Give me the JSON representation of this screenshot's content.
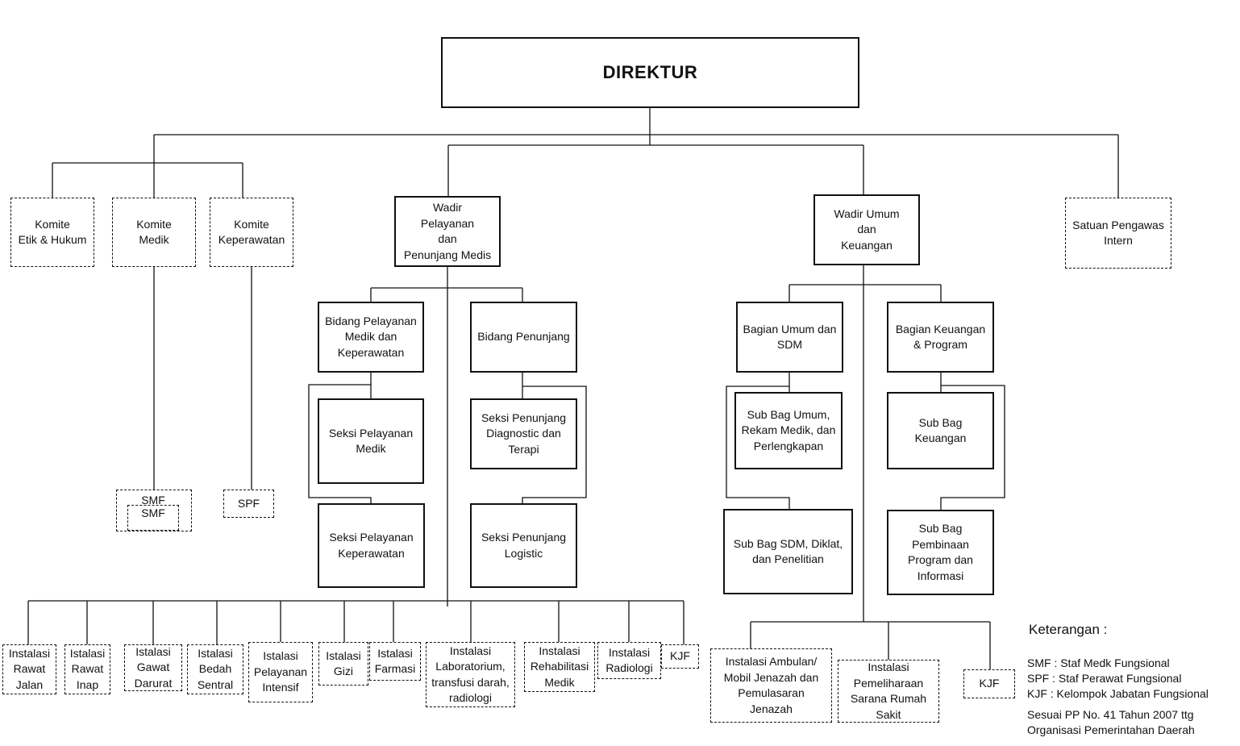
{
  "director": {
    "label": "DIREKTUR"
  },
  "committees": [
    {
      "label": "Komite\nEtik & Hukum"
    },
    {
      "label": "Komite\nMedik"
    },
    {
      "label": "Komite\nKeperawatan"
    }
  ],
  "functional_groups": {
    "smf_top": "SMF",
    "smf": "SMF",
    "spf": "SPF"
  },
  "wadir_pelayanan": {
    "label": "Wadir\nPelayanan\ndan\nPenunjang Medis",
    "bidang_pelayanan": "Bidang Pelayanan\nMedik dan\nKeperawatan",
    "bidang_penunjang": "Bidang Penunjang",
    "seksi_pelayanan_medik": "Seksi Pelayanan\nMedik",
    "seksi_pelayanan_keperawatan": "Seksi Pelayanan\nKeperawatan",
    "seksi_penunjang_diagnostic": "Seksi Penunjang\nDiagnostic dan\nTerapi",
    "seksi_penunjang_logistic": "Seksi Penunjang\nLogistic"
  },
  "installations_left": [
    {
      "label": "Instalasi\nRawat\nJalan"
    },
    {
      "label": "Istalasi\nRawat\nInap"
    },
    {
      "label": "Istalasi\nGawat\nDarurat"
    },
    {
      "label": "Istalasi\nBedah\nSentral"
    },
    {
      "label": "Istalasi\nPelayanan\nIntensif"
    },
    {
      "label": "Istalasi\nGizi"
    },
    {
      "label": "Istalasi\nFarmasi"
    },
    {
      "label": "Instalasi\nLaboratorium,\ntransfusi darah,\nradiologi"
    },
    {
      "label": "Instalasi\nRehabilitasi\nMedik"
    },
    {
      "label": "Instalasi\nRadiologi"
    },
    {
      "label": "KJF"
    }
  ],
  "wadir_umum": {
    "label": "Wadir Umum\ndan\nKeuangan",
    "bagian_umum": "Bagian Umum dan\nSDM",
    "bagian_keuangan": "Bagian Keuangan\n& Program",
    "subbag_umum": "Sub Bag Umum,\nRekam Medik, dan\nPerlengkapan",
    "subbag_sdm": "Sub Bag SDM, Diklat,\ndan Penelitian",
    "subbag_keuangan": "Sub Bag\nKeuangan",
    "subbag_pembinaan": "Sub Bag\nPembinaan\nProgram dan\nInformasi"
  },
  "installations_right": [
    {
      "label": "Instalasi Ambulan/\nMobil Jenazah dan\nPemulasaran\nJenazah"
    },
    {
      "label": "Instalasi\nPemeliharaan\nSarana Rumah\nSakit"
    },
    {
      "label": "KJF"
    }
  ],
  "spi": {
    "label": "Satuan Pengawas\nIntern"
  },
  "legend": {
    "title": "Keterangan :",
    "smf": "SMF : Staf Medk Fungsional",
    "spf": "SPF : Staf Perawat Fungsional",
    "kjf": "KJF : Kelompok Jabatan Fungsional",
    "note1": "Sesuai PP No. 41 Tahun 2007 ttg",
    "note2": "Organisasi Pemerintahan Daerah"
  }
}
